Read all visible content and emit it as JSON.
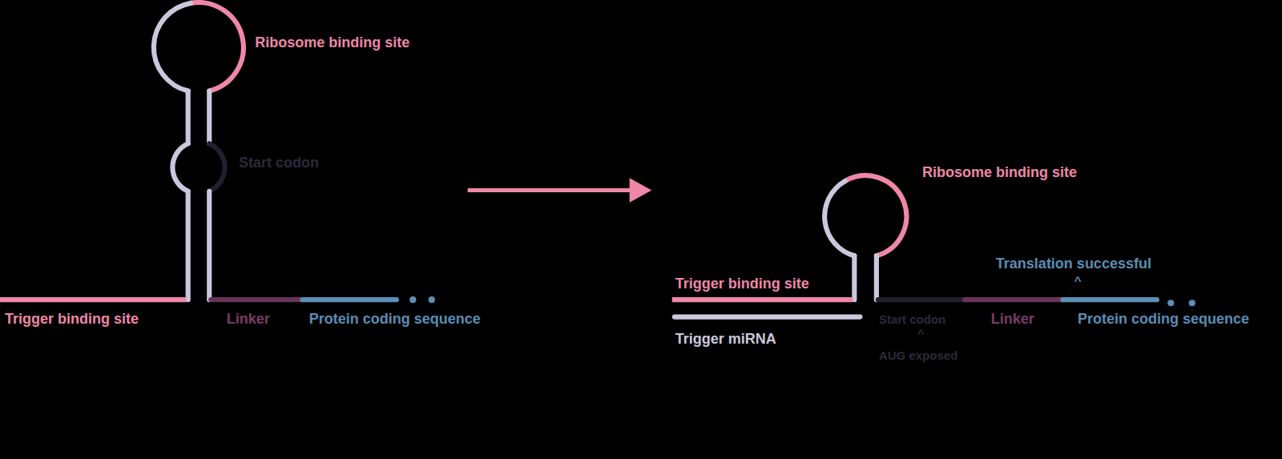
{
  "diagram": {
    "labels": [
      "Ribosome binding site",
      "Start codon",
      "Trigger binding site",
      "Linker",
      "Protein coding sequence",
      "Ribosome binding site",
      "Translation successful",
      "^",
      "Trigger binding site",
      "Trigger miRNA",
      "Start codon",
      "^",
      "AUG exposed",
      "Linker",
      "Protein coding sequence"
    ]
  }
}
